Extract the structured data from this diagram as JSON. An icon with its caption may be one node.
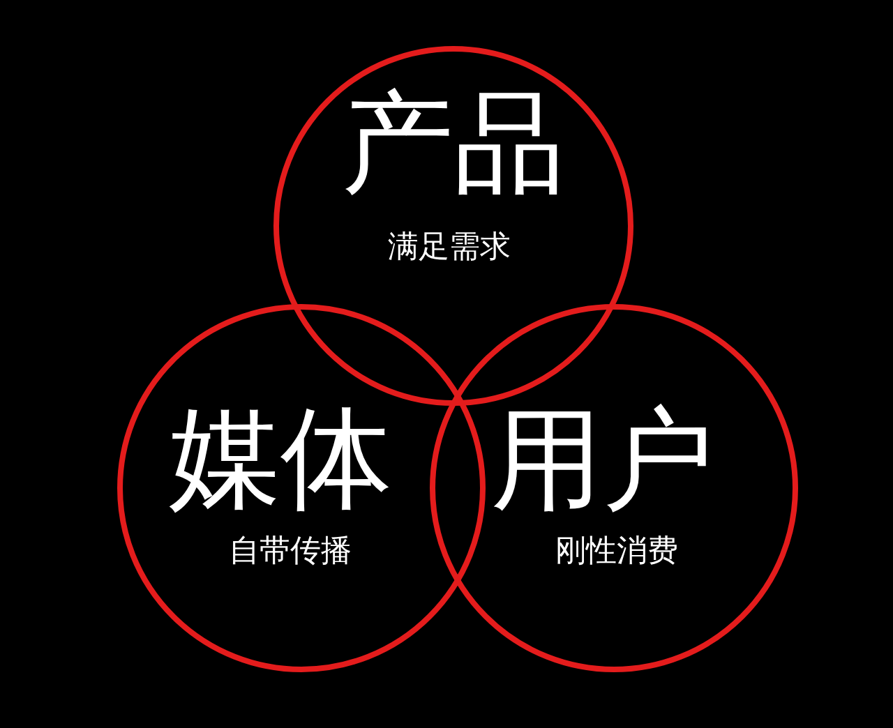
{
  "diagram": {
    "nodes": [
      {
        "text": [
          "产品",
          "满足需求"
        ]
      },
      {
        "text": [
          "媒体",
          "自带传播"
        ]
      },
      {
        "text": [
          "用户",
          "刚性消费"
        ]
      }
    ]
  }
}
